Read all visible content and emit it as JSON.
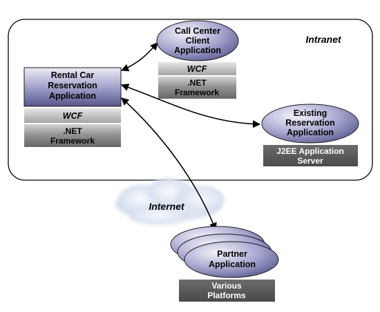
{
  "zones": {
    "intranet_label": "Intranet",
    "internet_label": "Internet"
  },
  "rental": {
    "line1": "Rental Car",
    "line2": "Reservation",
    "line3": "Application",
    "wcf": "WCF",
    "fw_line1": ".NET",
    "fw_line2": "Framework"
  },
  "callcenter": {
    "line1": "Call Center",
    "line2": "Client",
    "line3": "Application",
    "wcf": "WCF",
    "fw_line1": ".NET",
    "fw_line2": "Framework"
  },
  "existing": {
    "line1": "Existing",
    "line2": "Reservation",
    "line3": "Application",
    "platform_line1": "J2EE Application",
    "platform_line2": "Server"
  },
  "partner": {
    "line1": "Partner",
    "line2": "Application",
    "platform_line1": "Various",
    "platform_line2": "Platforms"
  }
}
